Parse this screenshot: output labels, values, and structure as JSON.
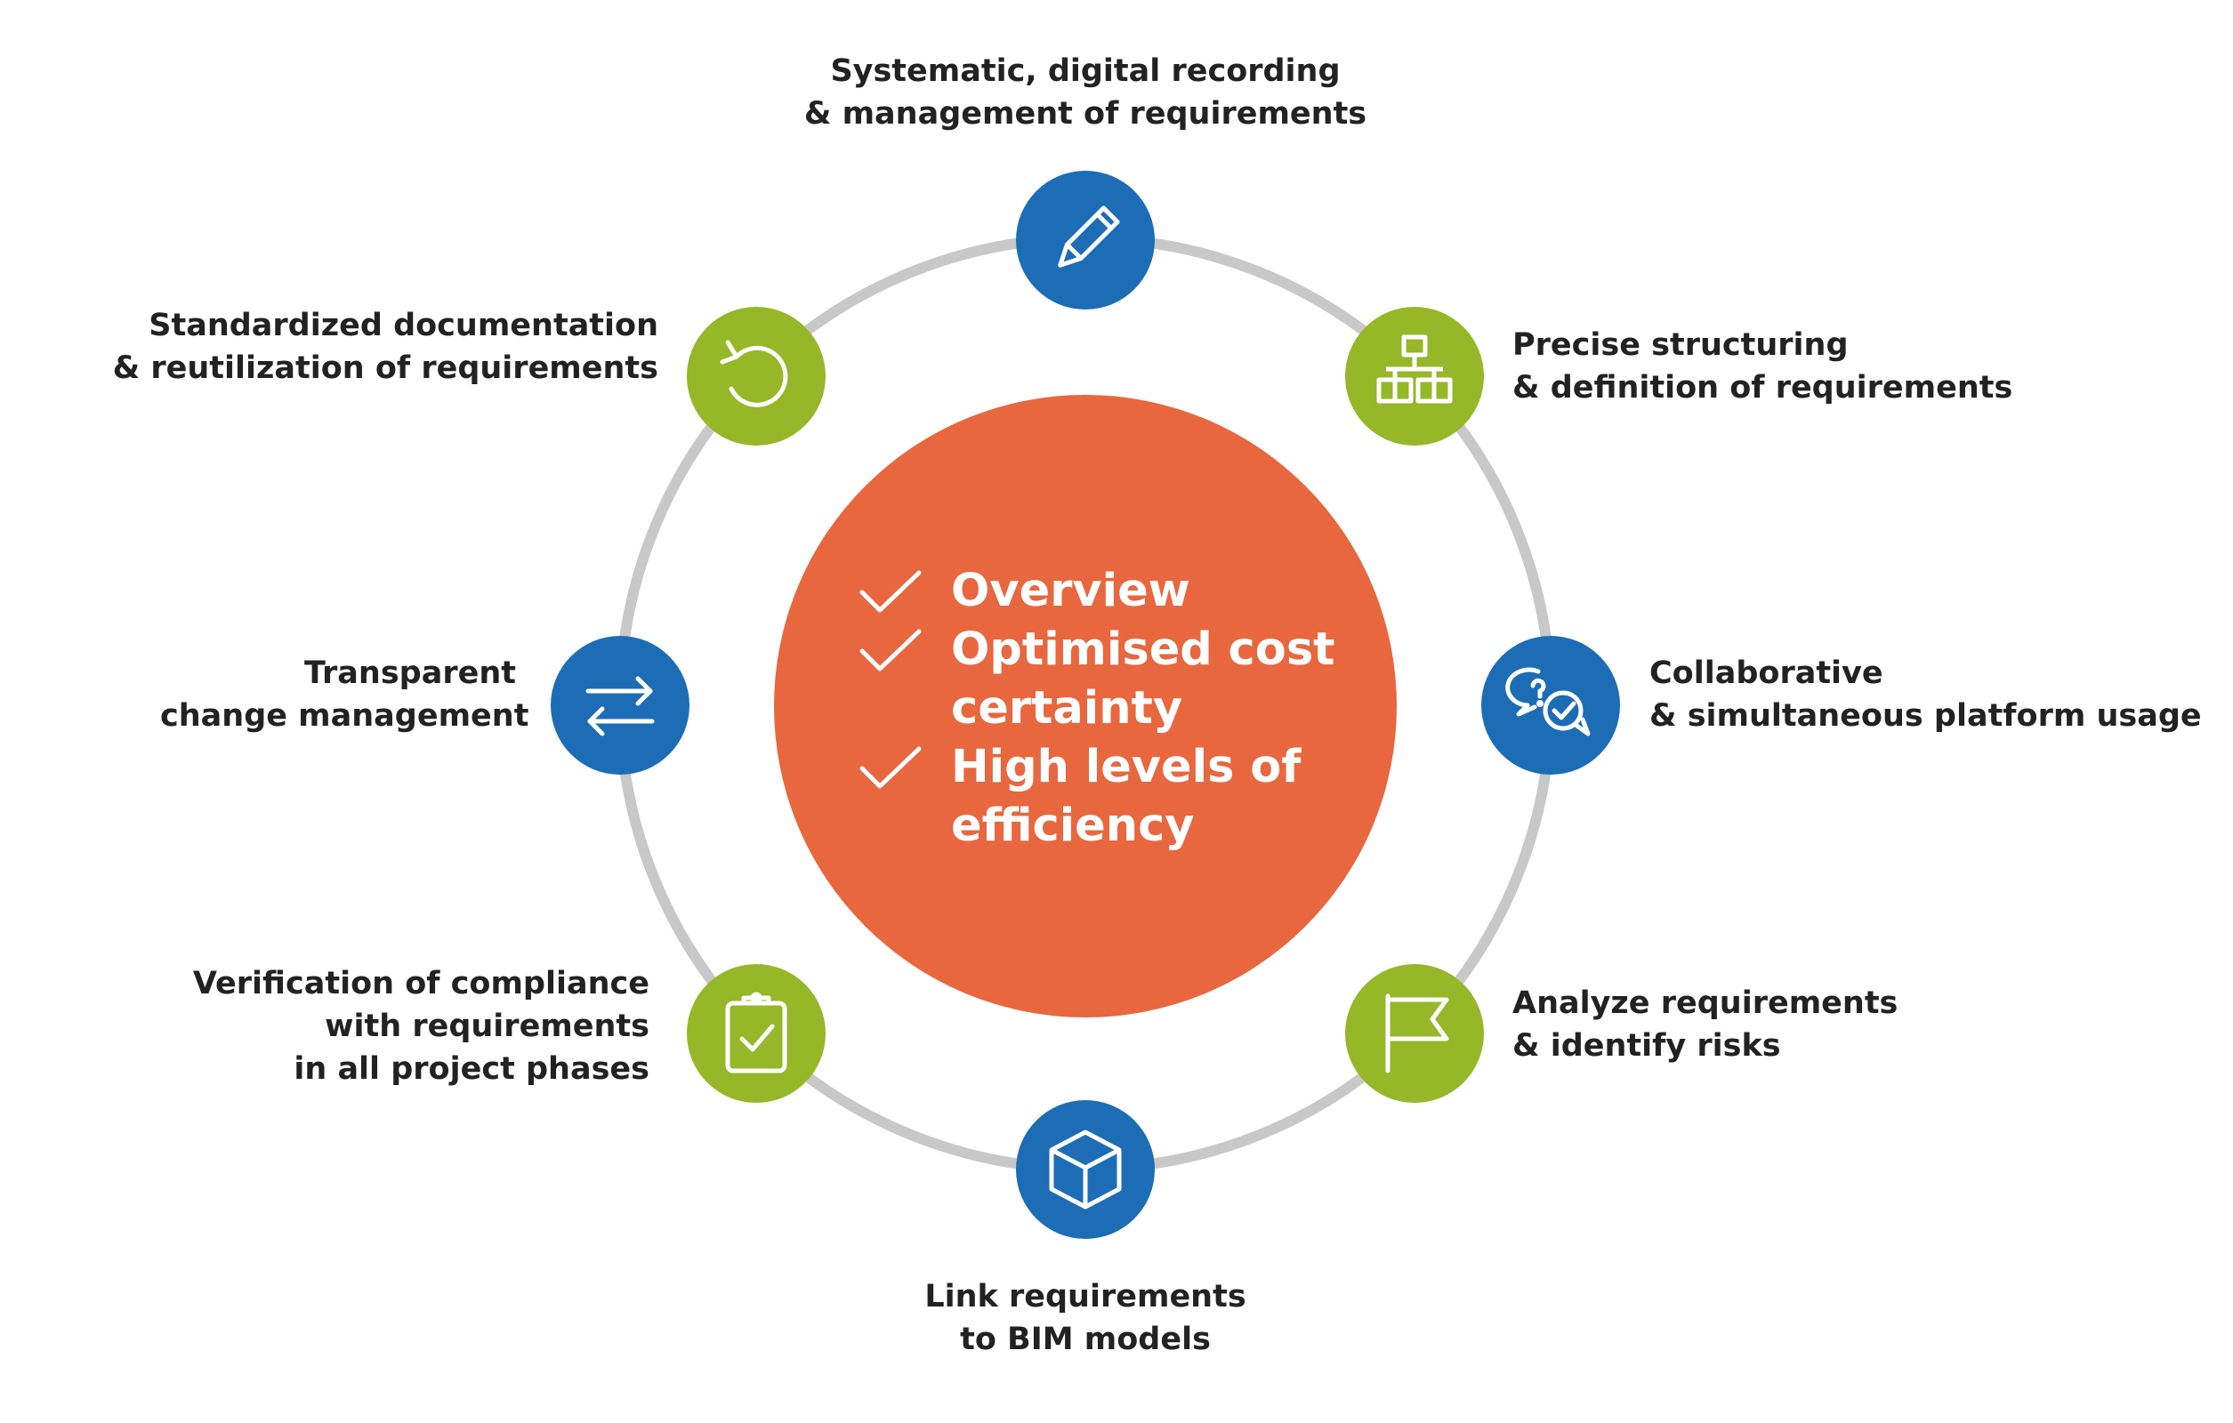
{
  "colors": {
    "blue": "#1c6db5",
    "green": "#96b728",
    "orange": "#e8673f",
    "ring": "#c8c8c8",
    "text": "#222222",
    "white": "#ffffff"
  },
  "center": {
    "benefits": [
      {
        "lines": [
          "Overview"
        ]
      },
      {
        "lines": [
          "Optimised cost",
          "certainty"
        ]
      },
      {
        "lines": [
          "High levels of",
          "efficiency"
        ]
      }
    ]
  },
  "nodes": [
    {
      "id": "recording",
      "color": "blue",
      "icon": "pencil-icon",
      "label": [
        "Systematic, digital recording",
        "& management of requirements"
      ]
    },
    {
      "id": "structuring",
      "color": "green",
      "icon": "hierarchy-icon",
      "label": [
        "Precise structuring",
        "& definition of requirements"
      ]
    },
    {
      "id": "collaboration",
      "color": "blue",
      "icon": "chat-bubbles-icon",
      "label": [
        "Collaborative",
        "& simultaneous platform usage"
      ]
    },
    {
      "id": "risks",
      "color": "green",
      "icon": "flag-icon",
      "label": [
        "Analyze requirements",
        "& identify risks"
      ]
    },
    {
      "id": "bim",
      "color": "blue",
      "icon": "cube-icon",
      "label": [
        "Link requirements",
        "to BIM models"
      ]
    },
    {
      "id": "compliance",
      "color": "green",
      "icon": "clipboard-check-icon",
      "label": [
        "Verification of compliance",
        "with requirements",
        "in all project phases"
      ]
    },
    {
      "id": "change",
      "color": "blue",
      "icon": "swap-arrows-icon",
      "label": [
        "Transparent",
        "change management"
      ]
    },
    {
      "id": "documentation",
      "color": "green",
      "icon": "undo-icon",
      "label": [
        "Standardized documentation",
        "& reutilization of requirements"
      ]
    }
  ]
}
